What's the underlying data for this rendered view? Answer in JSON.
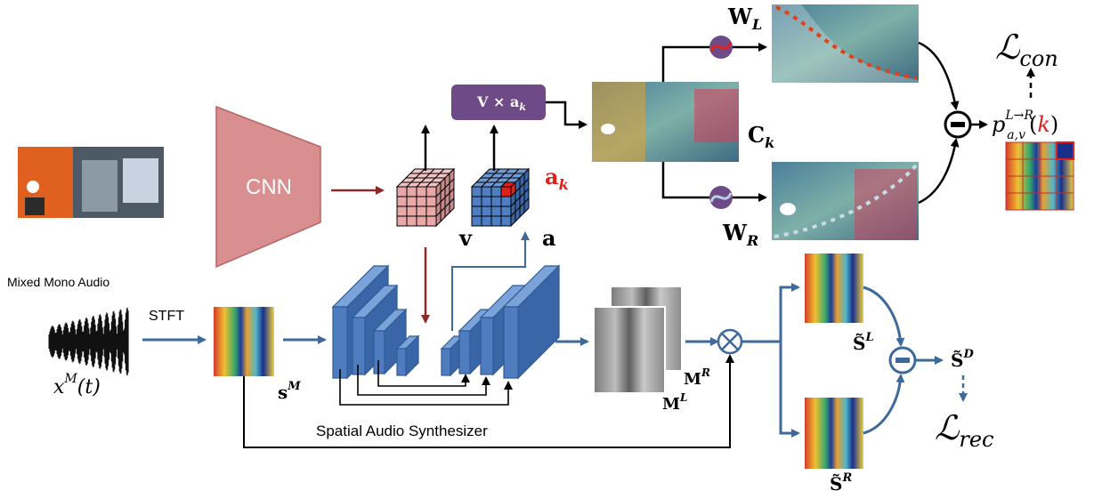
{
  "cnn_label": "CNN",
  "mixed_audio_label": "Mixed Mono Audio",
  "stft_label": "STFT",
  "synth_label": "Spatial Audio Synthesizer",
  "v_label": "v",
  "a_label": "a",
  "ak_label": "a",
  "ak_sub": "k",
  "vxa_label": "V × a",
  "vxa_sub": "k",
  "ck_label": "C",
  "ck_sub": "k",
  "wl_label": "W",
  "wl_sub": "L",
  "wr_label": "W",
  "wr_sub": "R",
  "lcon_label": "ℒ",
  "lcon_sub": "con",
  "lrec_label": "ℒ",
  "lrec_sub": "rec",
  "p_label": "p",
  "p_sup": "L→R",
  "p_sub": "a,v",
  "p_k": "k",
  "xm_label": "x",
  "xm_sup": "M",
  "xm_arg": "(t)",
  "sm_label": "s",
  "sm_sup": "M",
  "mr_label": "M",
  "mr_sup": "R",
  "ml_label": "M",
  "ml_sup": "L",
  "sl_label": "S̃",
  "sl_sup": "L",
  "sr_label": "S̃",
  "sr_sup": "R",
  "sd_label": "S̃",
  "sd_sup": "D",
  "colors": {
    "arrow_blue": "#3d6a9a",
    "arrow_red": "#8b2a2a",
    "cnn_fill": "#d98f8f",
    "vxa_fill": "#6e4a87",
    "block_blue": "#4e7cbf",
    "accent_red": "#e0201b"
  }
}
